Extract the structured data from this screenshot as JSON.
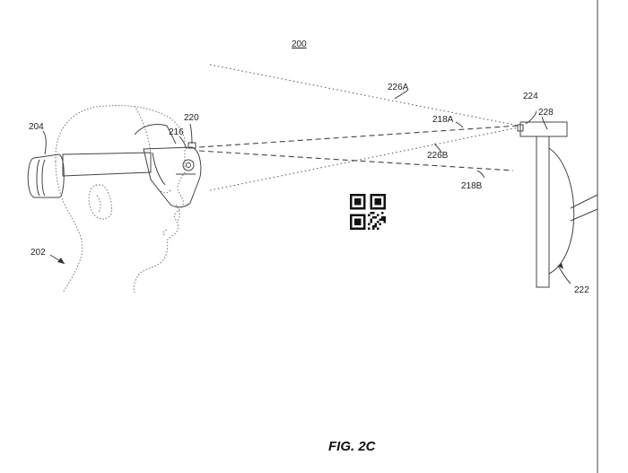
{
  "figure": {
    "ref_main": "200",
    "caption": "FIG. 2C"
  },
  "labels": {
    "user": "202",
    "headset": "204",
    "sensor": "216",
    "ray_218a": "218A",
    "ray_218b": "218B",
    "emitter": "220",
    "display": "222",
    "display_edge": "224",
    "ray_226a": "226A",
    "ray_226b": "226B",
    "marker": "228"
  }
}
